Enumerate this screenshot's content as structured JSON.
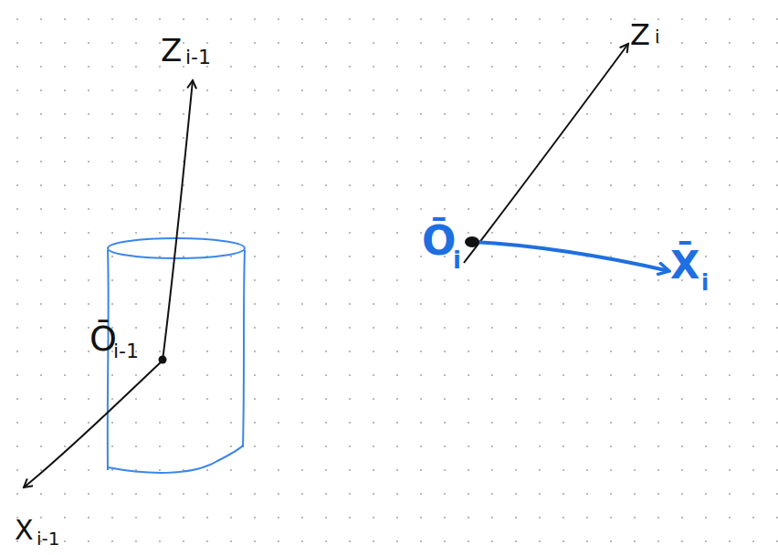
{
  "diagram": {
    "labels": [
      "Z",
      "i-1",
      "Ō",
      "i-1",
      "X",
      "i-1",
      "Z",
      "i",
      "Ō",
      "i",
      "X̄",
      "i"
    ]
  }
}
